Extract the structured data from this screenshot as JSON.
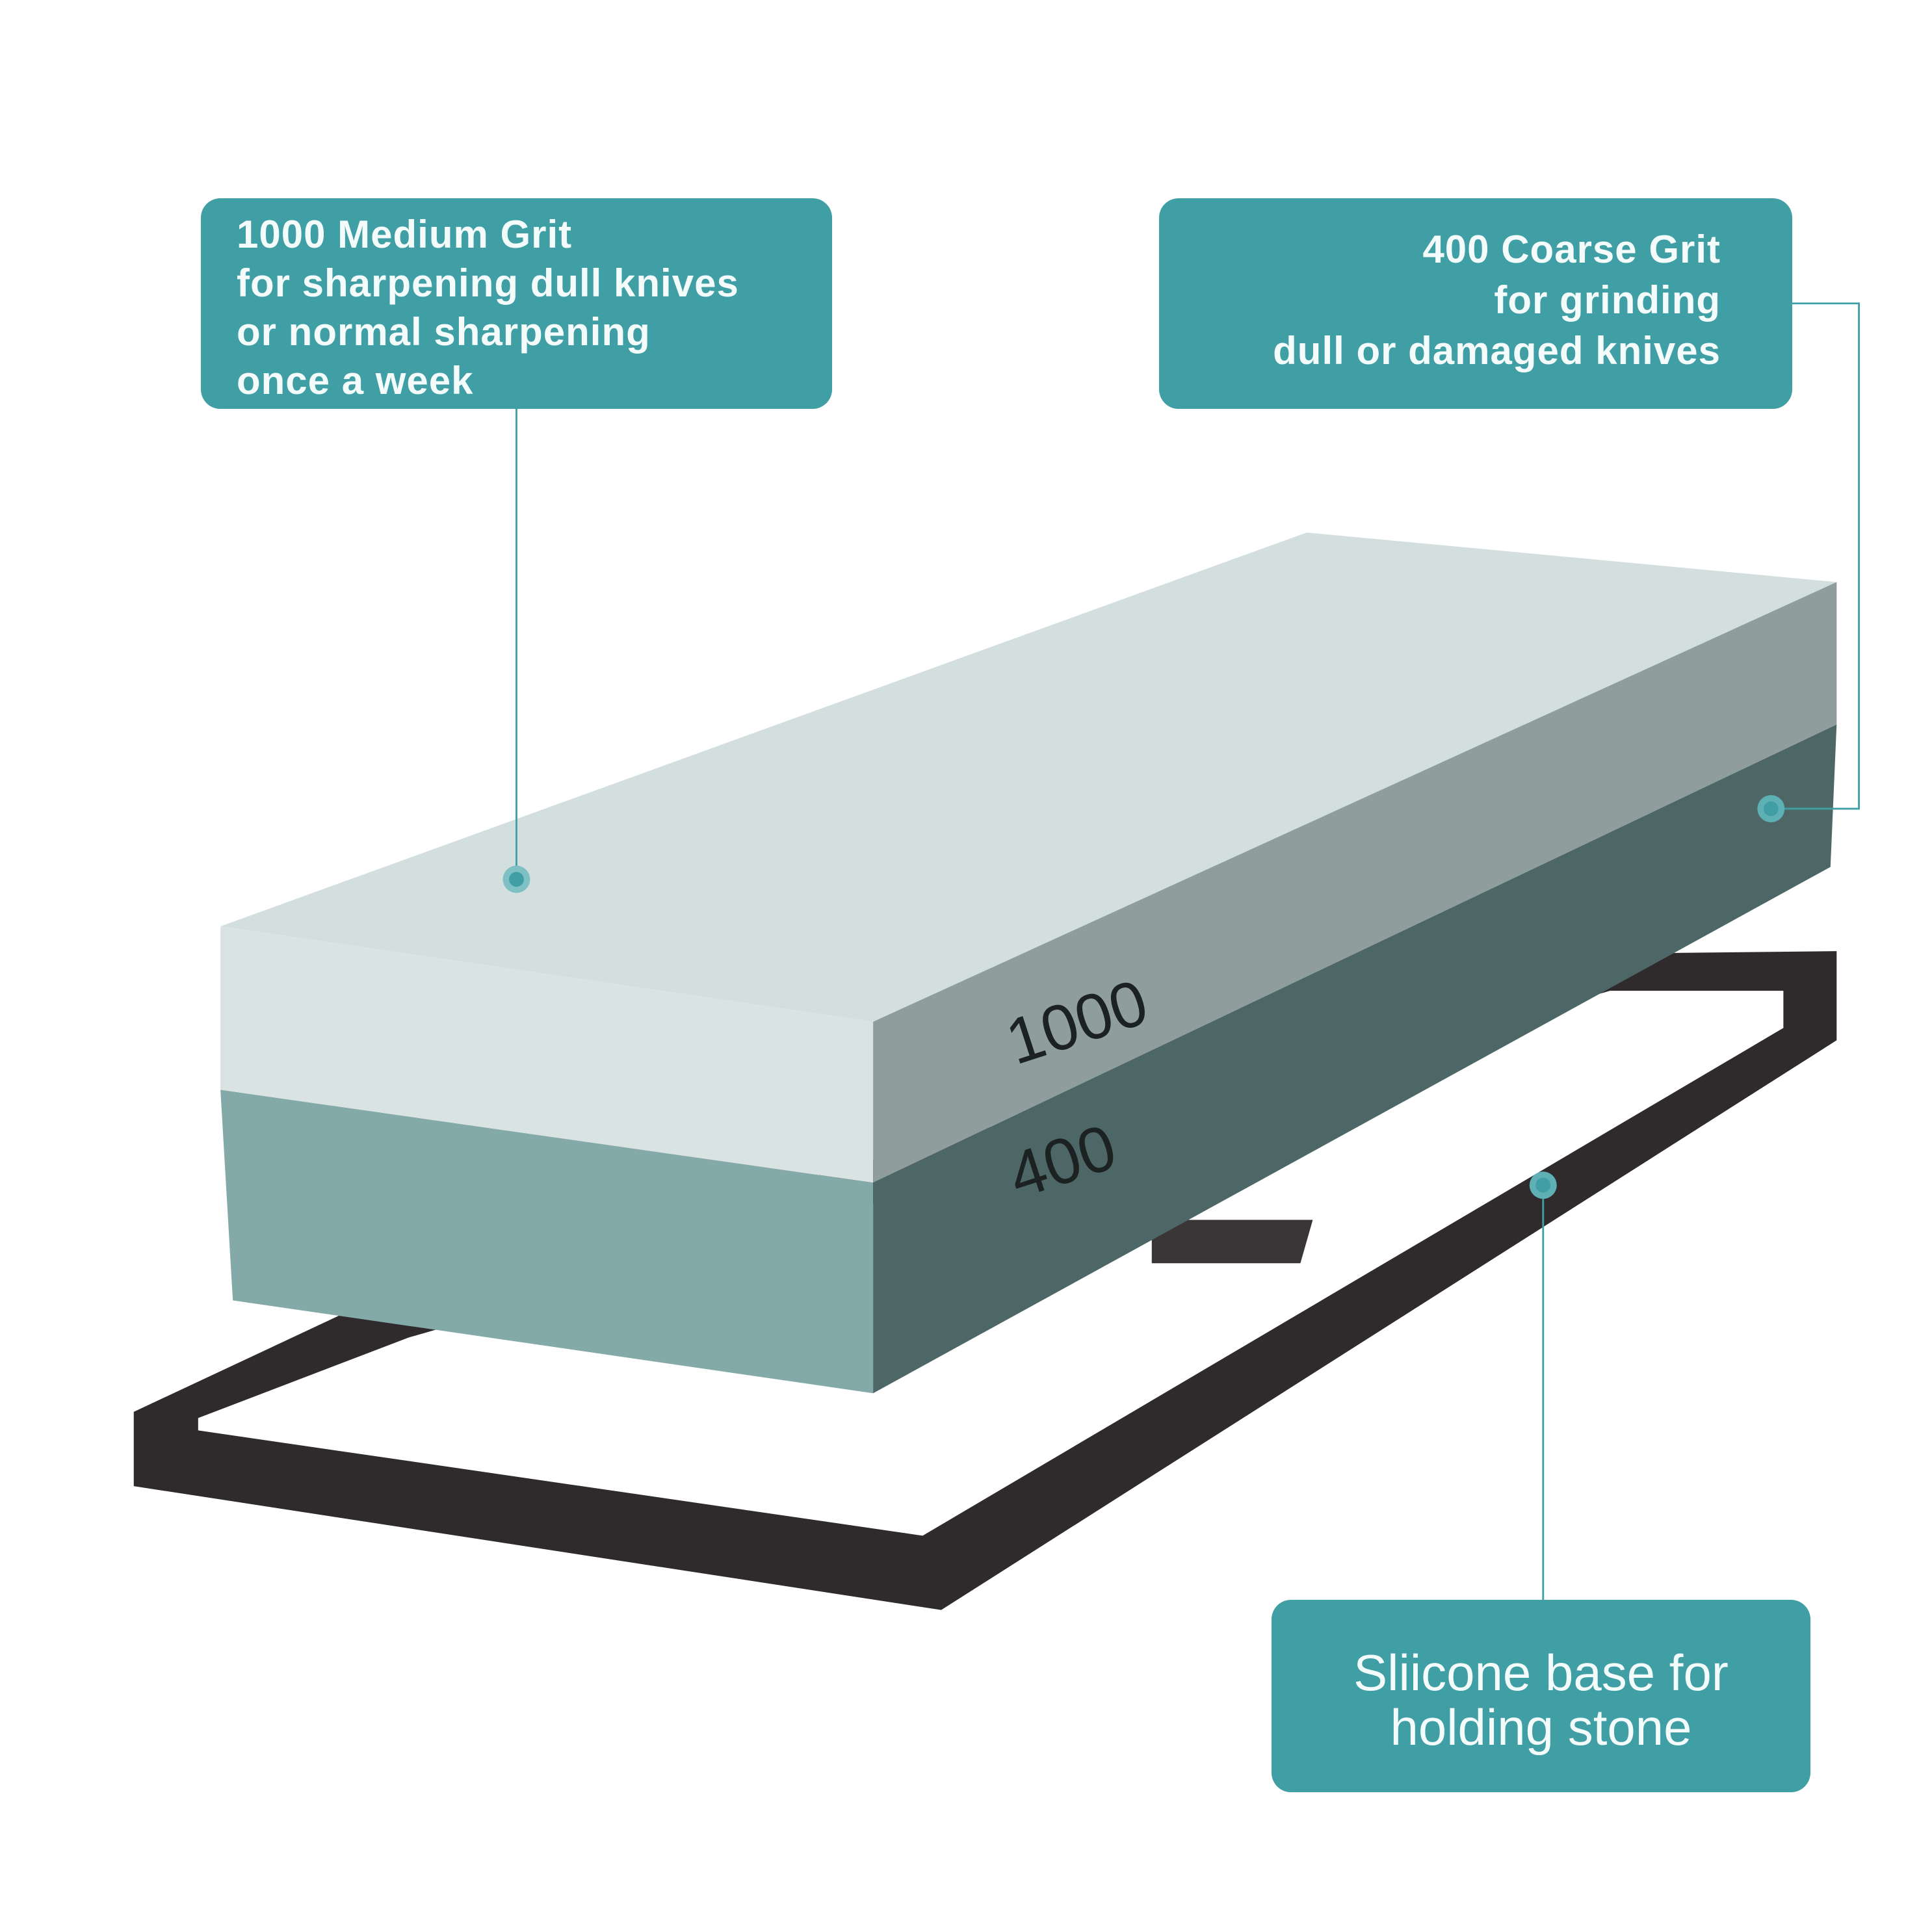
{
  "callouts": {
    "medium_grit": {
      "lines": [
        "1000 Medium Grit",
        "for sharpening dull knives",
        "or normal sharpening",
        "once a week"
      ]
    },
    "coarse_grit": {
      "lines": [
        "400 Coarse Grit",
        "for grinding",
        "dull or damaged knives"
      ]
    },
    "base": {
      "lines": [
        "Sliicone base for",
        "holding stone"
      ]
    }
  },
  "stone_labels": {
    "top_grit": "1000",
    "bottom_grit": "400"
  },
  "colors": {
    "callout_bg": "#3f9fa5",
    "callout_text": "#f4fbfb",
    "leader_line": "#3f9fa5"
  }
}
